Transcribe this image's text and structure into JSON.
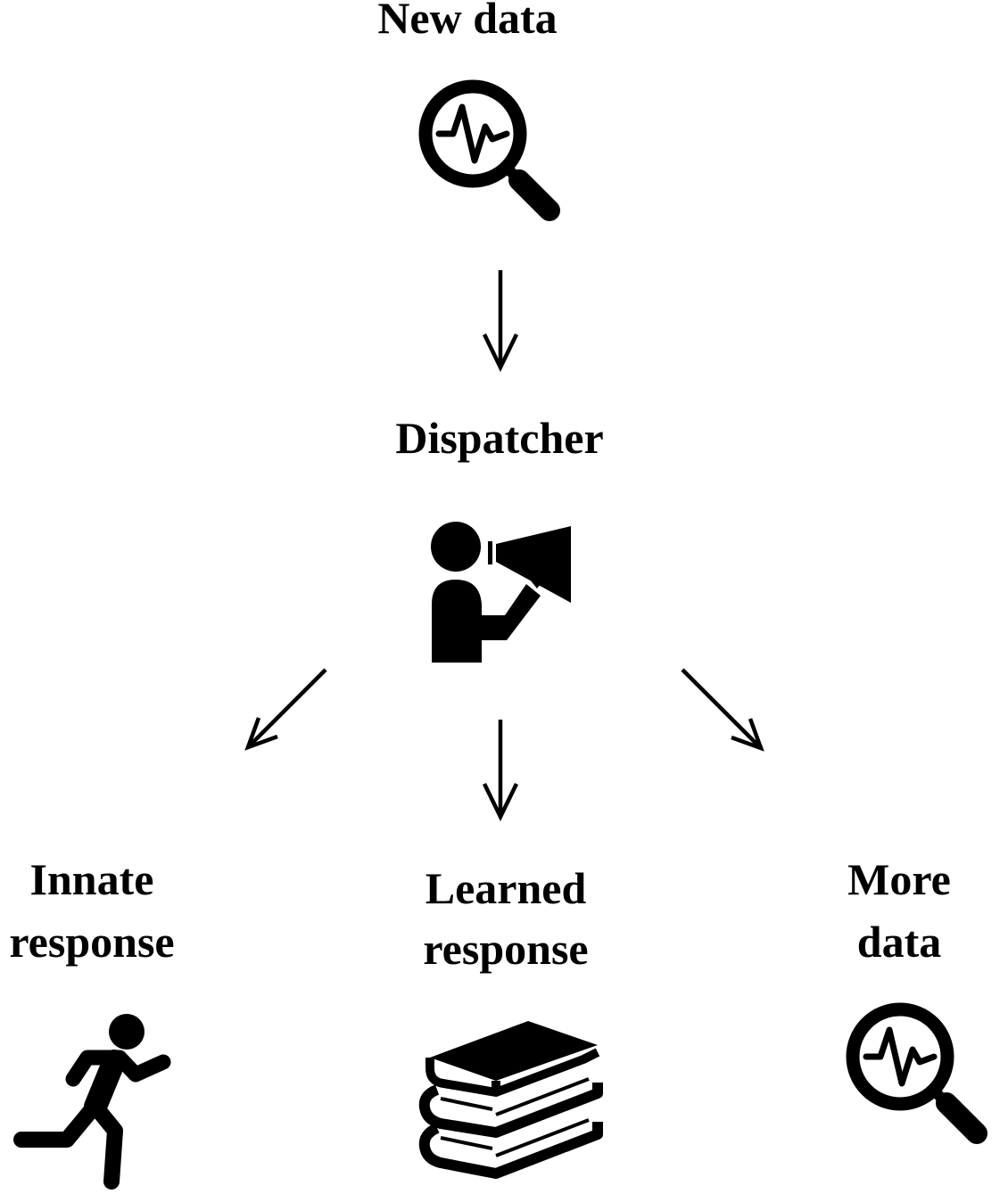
{
  "nodes": {
    "new_data": {
      "label": "New data",
      "icon": "magnifier-signal-icon"
    },
    "dispatcher": {
      "label": "Dispatcher",
      "icon": "person-megaphone-icon"
    },
    "innate": {
      "label_line1": "Innate",
      "label_line2": "response",
      "icon": "running-person-icon"
    },
    "learned": {
      "label_line1": "Learned",
      "label_line2": "response",
      "icon": "book-stack-icon"
    },
    "more_data": {
      "label_line1": "More",
      "label_line2": "data",
      "icon": "magnifier-signal-icon"
    }
  },
  "colors": {
    "ink": "#000000",
    "background": "#ffffff"
  }
}
